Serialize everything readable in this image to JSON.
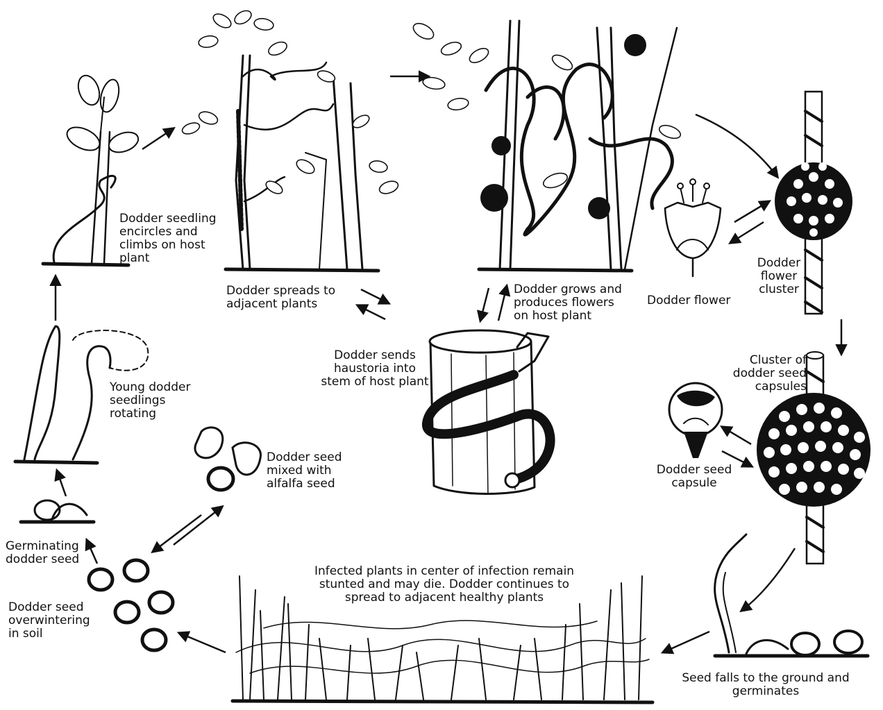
{
  "diagram": {
    "labels": {
      "seedling_climbs": [
        "Dodder seedling",
        "encircles and",
        "climbs on host",
        "plant"
      ],
      "spreads_adjacent": [
        "Dodder spreads to",
        "adjacent plants"
      ],
      "grows_flowers": [
        "Dodder grows and",
        "produces flowers",
        "on host plant"
      ],
      "dodder_flower": "Dodder flower",
      "flower_cluster": [
        "Dodder",
        "flower",
        "cluster"
      ],
      "haustoria": [
        "Dodder sends",
        "haustoria into",
        "stem of host plant"
      ],
      "young_seedlings": [
        "Young dodder",
        "seedlings",
        "rotating"
      ],
      "cluster_capsules": [
        "Cluster of",
        "dodder seed",
        "capsules"
      ],
      "seed_capsule": [
        "Dodder seed",
        "capsule"
      ],
      "seed_mixed": [
        "Dodder seed",
        "mixed with",
        "alfalfa seed"
      ],
      "germinating": [
        "Germinating",
        "dodder seed"
      ],
      "overwintering": [
        "Dodder seed",
        "overwintering",
        "in soil"
      ],
      "infected_center": [
        "Infected plants in center of infection remain",
        "stunted and may die. Dodder continues to",
        "spread to adjacent healthy plants"
      ],
      "seed_falls": [
        "Seed falls to the ground and",
        "germinates"
      ]
    }
  }
}
